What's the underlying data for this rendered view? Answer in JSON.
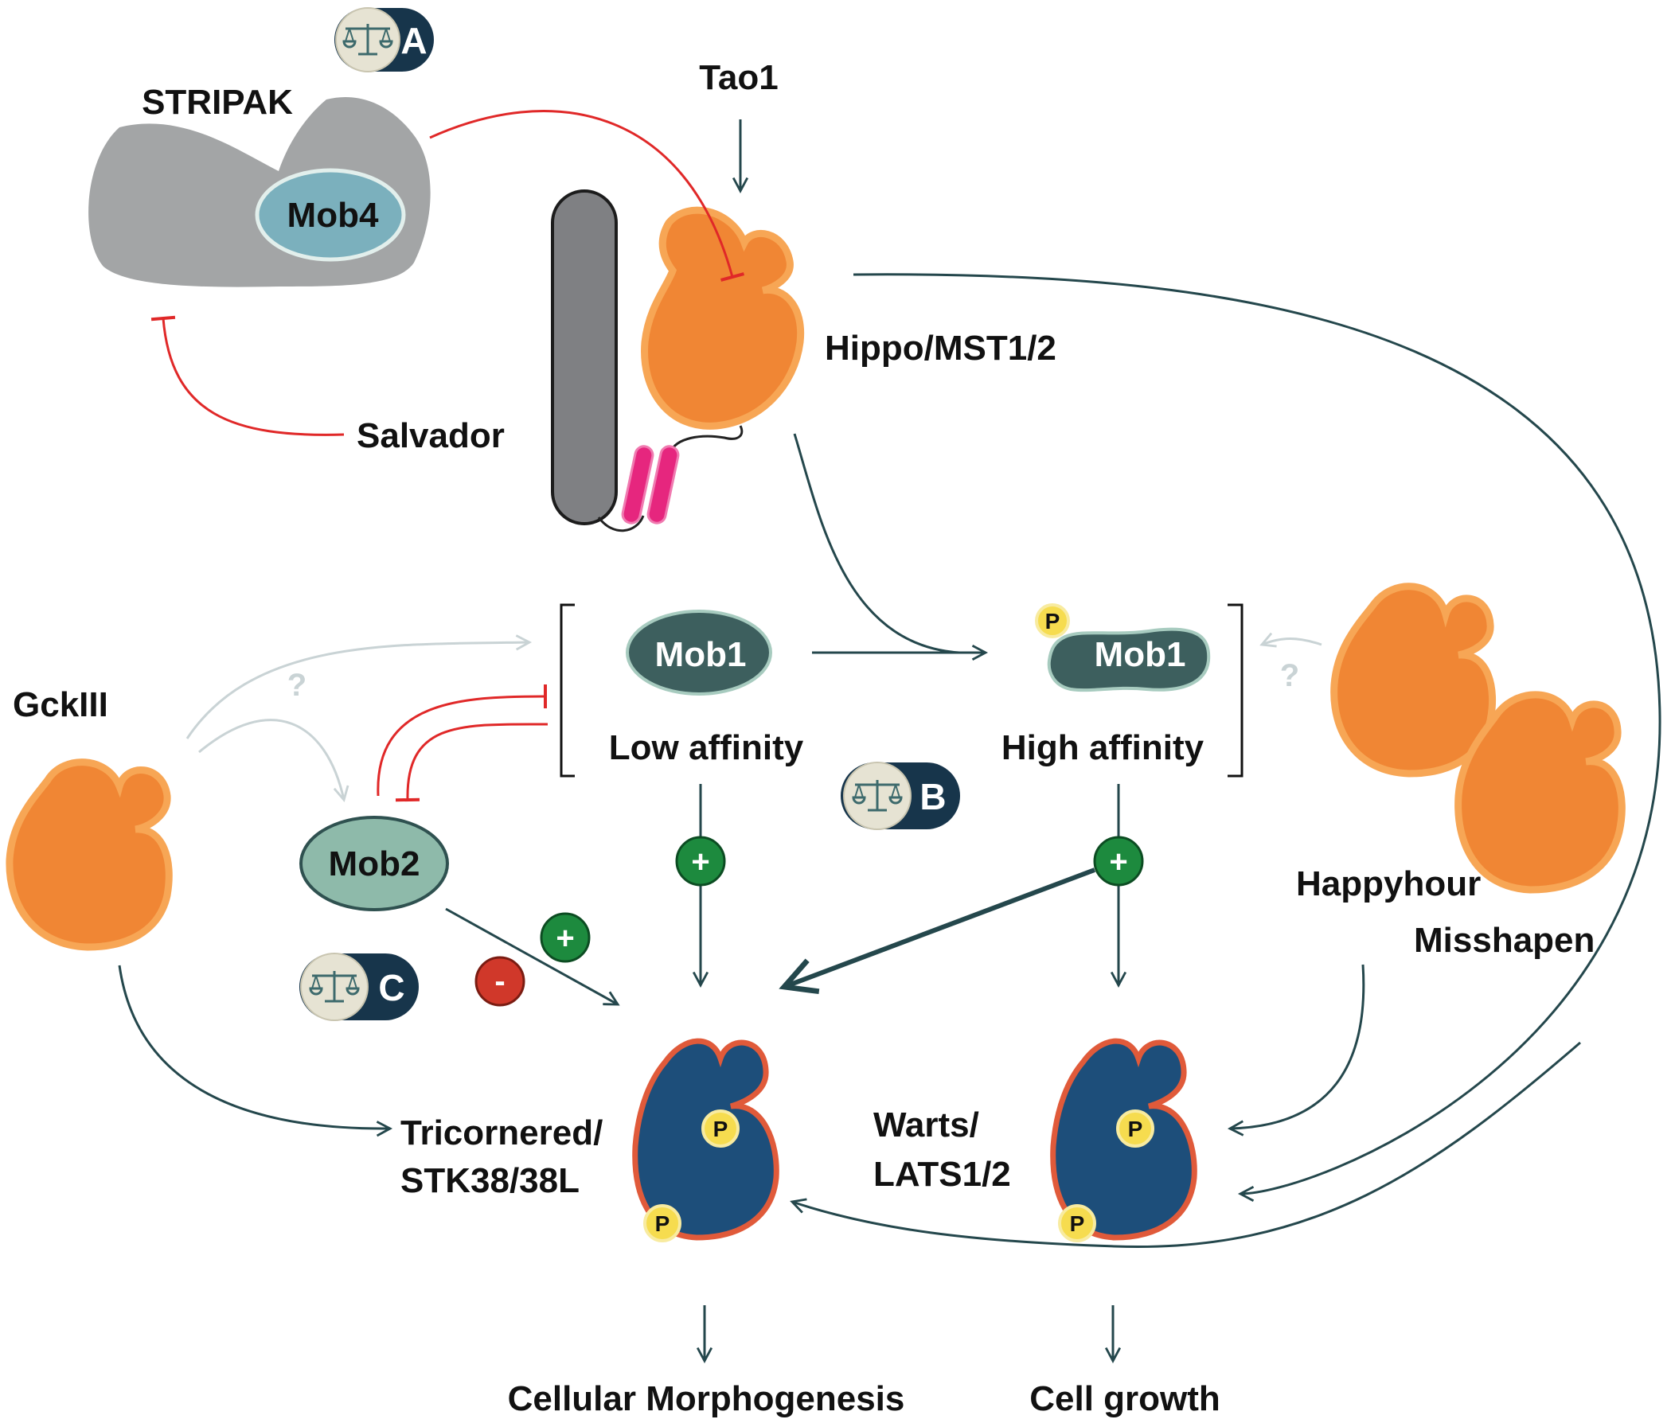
{
  "labels": {
    "stripak": "STRIPAK",
    "mob4": "Mob4",
    "tao1": "Tao1",
    "hippo": "Hippo/MST1/2",
    "salvador": "Salvador",
    "gckiii": "GckIII",
    "mob1_low": "Mob1",
    "mob1_high": "Mob1",
    "low_affinity": "Low affinity",
    "high_affinity": "High affinity",
    "mob2": "Mob2",
    "happyhour": "Happyhour",
    "misshapen": "Misshapen",
    "tricornered_1": "Tricornered/",
    "tricornered_2": "STK38/38L",
    "warts_1": "Warts/",
    "warts_2": "LATS1/2",
    "cellular_morphogenesis": "Cellular Morphogenesis",
    "cell_growth": "Cell growth"
  },
  "phospho": "P",
  "unknown": "?",
  "badges": {
    "a": "A",
    "b": "B",
    "c": "C"
  },
  "signs": {
    "plus": "+",
    "minus": "-"
  },
  "icons": {
    "balance": "balance-scale-icon"
  },
  "colors": {
    "orange": "#f08634",
    "orange_edge": "#f7a655",
    "gray_complex": "#a3a5a6",
    "mob4_fill": "#7bb0bd",
    "mob1_fill": "#3d5f5e",
    "mob2_fill": "#8ebaaa",
    "kinase_blue": "#1d4e7a",
    "kinase_edge": "#e05a3a",
    "arrow_dark": "#24474c",
    "inhibit_red": "#e02828",
    "faded": "#c9d3d5",
    "plus_green": "#1d8a3e",
    "minus_red": "#d0382a",
    "p_yellow": "#f6dc4f",
    "magenta": "#e6267e",
    "badge_dark": "#17354b",
    "badge_light": "#e6e3d3"
  }
}
